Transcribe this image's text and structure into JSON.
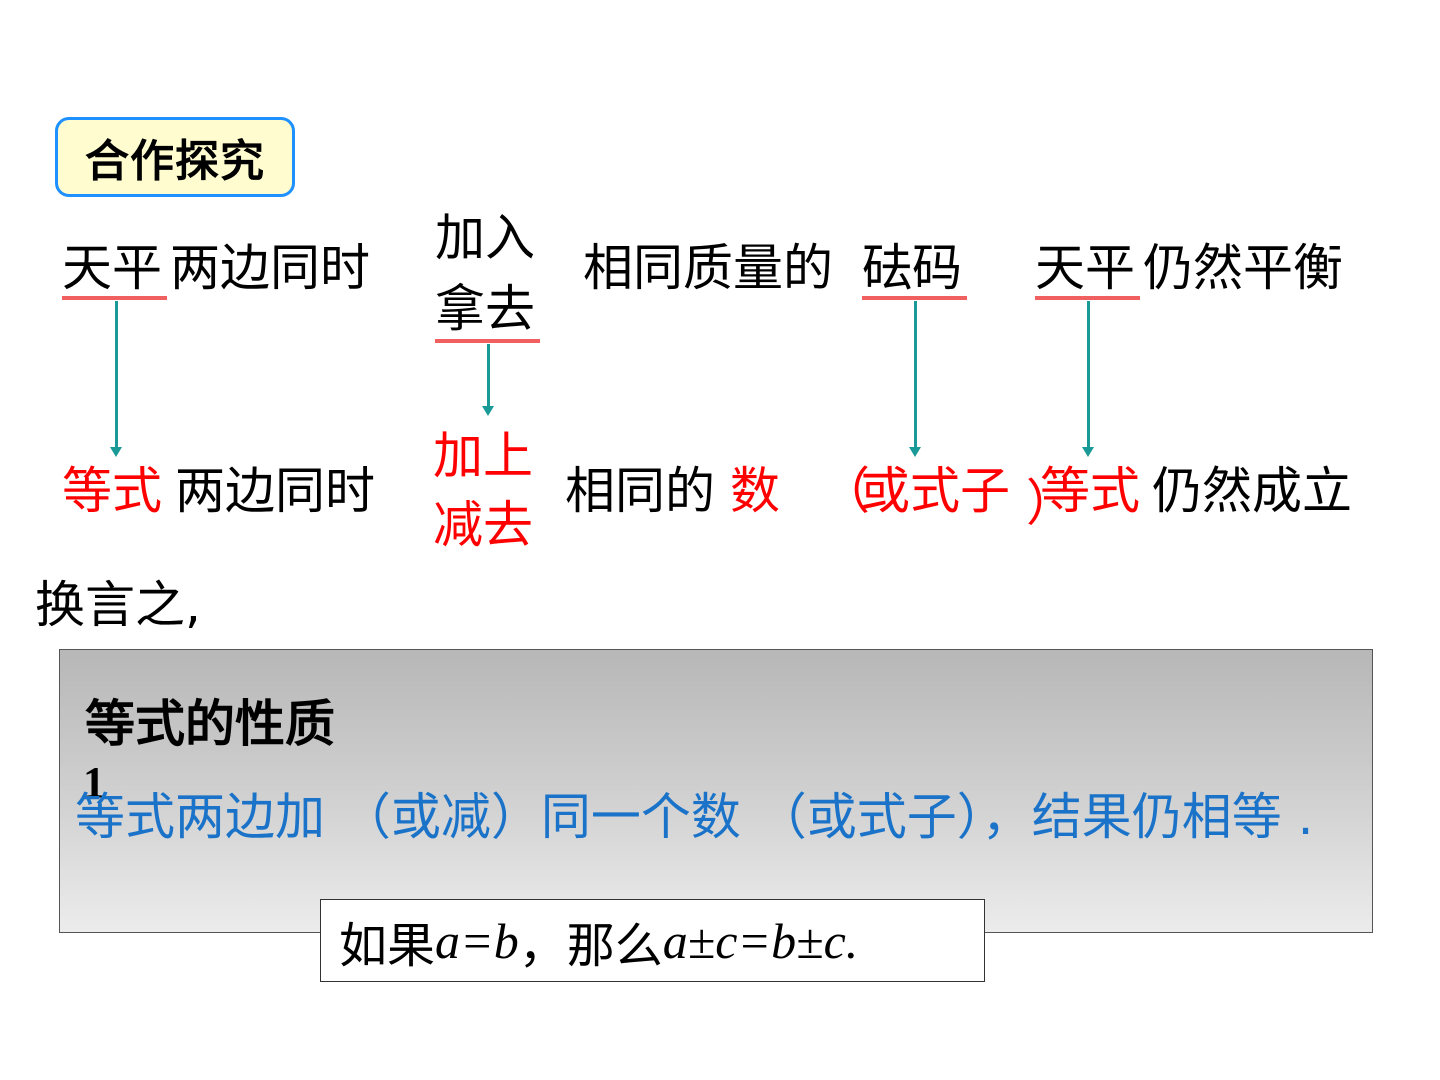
{
  "tag": "合作探究",
  "row1": {
    "balance1": "天平",
    "both_sides_at_same_time": "两边同时",
    "add": "加入",
    "remove": "拿去",
    "same_mass": "相同质量的",
    "weights": "砝码",
    "balance2": "天平",
    "still_balanced": "仍然平衡"
  },
  "row2": {
    "equation1": "等式",
    "both_sides_at_same_time": "两边同时",
    "add": "加上",
    "subtract": "减去",
    "same": "相同的",
    "number": "数",
    "paren_open": "（",
    "or_expression": "或式子",
    "paren_close": "）",
    "equation2": "等式",
    "still_holds": "仍然成立"
  },
  "in_other_words": "换言之,",
  "property": {
    "title": "等式的性质",
    "number": "1",
    "text": "等式两边加 （或减）同一个数 （或式子），结果仍相等 .",
    "formula_prefix": "如果 ",
    "formula_condition": "a=b",
    "formula_comma": "，那么 ",
    "formula_result": "a±c=b±c."
  },
  "colors": {
    "highlight_red": "#ff0000",
    "property_blue": "#1a73c8",
    "arrow_teal": "#1a9a96",
    "underline": "#f06060",
    "tag_border": "#1e90ff",
    "tag_fill": "#fffdd0"
  }
}
